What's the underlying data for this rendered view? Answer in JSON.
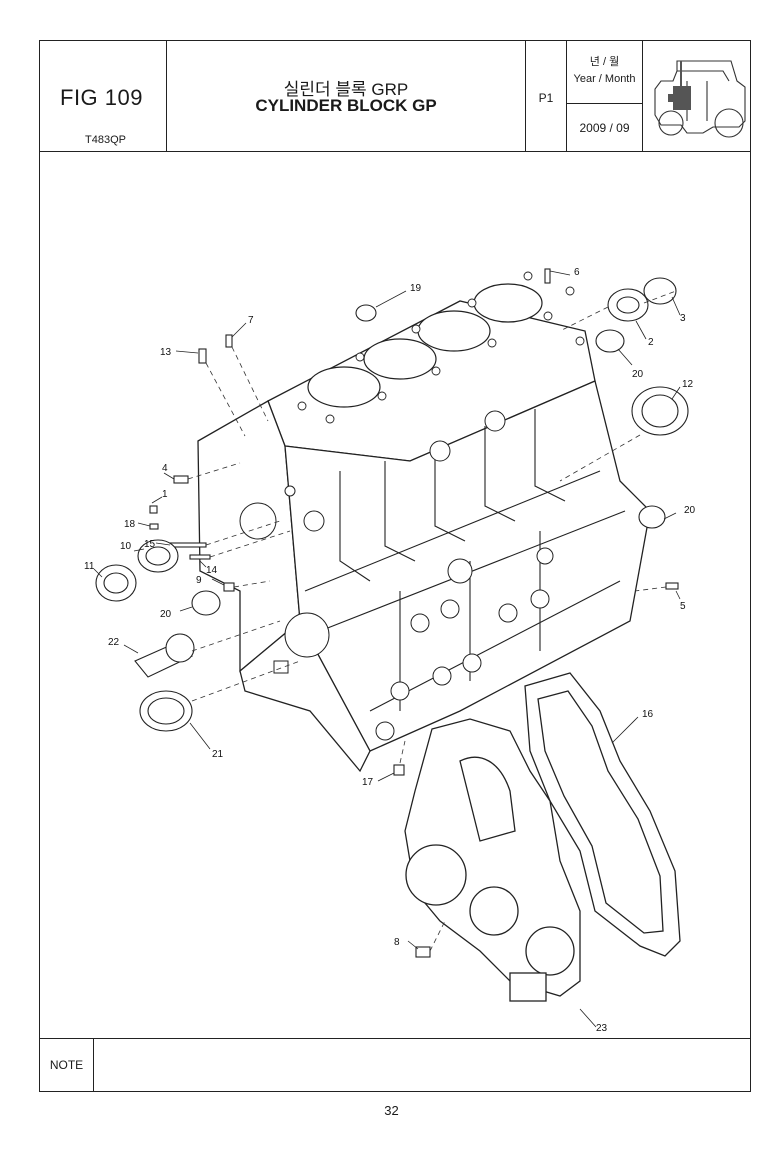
{
  "header": {
    "fig_label": "FIG 109",
    "model_code": "T483QP",
    "title_ko": "실린더 블록 GRP",
    "title_en": "CYLINDER BLOCK GP",
    "page_code": "P1",
    "year_month_ko": "년 / 월",
    "year_month_en": "Year / Month",
    "date_value": "2009  / 09",
    "location_icon": "tractor-location-icon"
  },
  "diagram": {
    "parts_icon": "cylinder-block-exploded-diagram",
    "callouts": [
      "19",
      "6",
      "7",
      "13",
      "3",
      "2",
      "20",
      "12",
      "4",
      "1",
      "18",
      "15",
      "14",
      "10",
      "11",
      "9",
      "20",
      "22",
      "20",
      "5",
      "21",
      "17",
      "16",
      "8",
      "23"
    ]
  },
  "note": {
    "label": "NOTE",
    "text": ""
  },
  "footer": {
    "page_number": "32"
  }
}
